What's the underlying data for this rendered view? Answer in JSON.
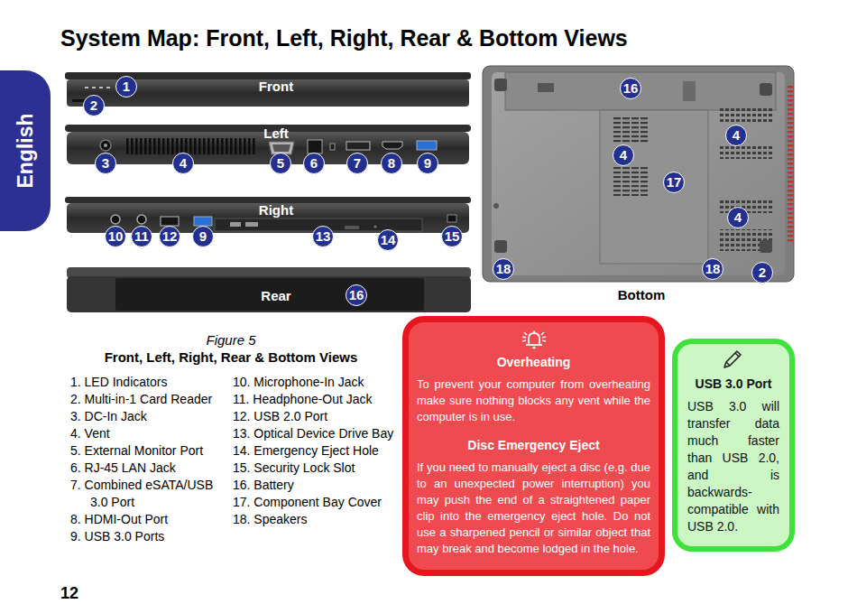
{
  "diagram": {
    "title": "System Map: Front, Left, Right, Rear & Bottom Views",
    "caption": "Figure 5",
    "nodes": [
      {
        "text": [
          "English"
        ]
      },
      {
        "text": [
          "Overheating",
          "To prevent your computer from overheating make sure nothing blocks any vent while the computer is in use.",
          "Disc Emergency Eject",
          "If you need to manually eject a disc (e.g. due to an unexpected power interruption) you may push the end of a straightened paper clip into the emergency eject hole. Do not use a sharpened pencil or similar object that may break and become lodged in the hole."
        ]
      },
      {
        "text": [
          "USB 3.0 Port",
          "USB 3.0 will transfer data much faster than USB 2.0, and is backwards-compatible with USB 2.0."
        ]
      }
    ],
    "labels": [
      "Front",
      "1",
      "2",
      "Left",
      "3",
      "4",
      "5",
      "6",
      "7",
      "8",
      "9",
      "Right",
      "10",
      "11",
      "12",
      "9",
      "13",
      "14",
      "15",
      "Rear",
      "16",
      "16",
      "4",
      "4",
      "17",
      "4",
      "18",
      "18",
      "2",
      "Bottom",
      "Front, Left, Right, Rear & Bottom Views",
      "1. LED Indicators",
      "2. Multi-in-1 Card Reader",
      "3. DC-In Jack",
      "4. Vent",
      "5. External Monitor Port",
      "6. RJ-45 LAN Jack",
      "7. Combined eSATA/USB 3.0 Port",
      "8. HDMI-Out Port",
      "9. USB 3.0 Ports",
      "10. Microphone-In Jack",
      "11. Headphone-Out Jack",
      "12. USB 2.0 Port",
      "13. Optical Device Drive Bay",
      "14. Emergency Eject Hole",
      "15. Security Lock Slot",
      "16. Battery",
      "17. Component Bay Cover",
      "18. Speakers",
      "12"
    ]
  }
}
